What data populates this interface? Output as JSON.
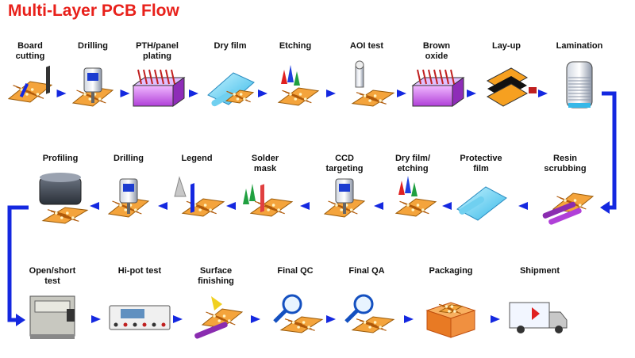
{
  "title": "Multi-Layer PCB Flow",
  "colors": {
    "title": "#e8201a",
    "arrow": "#1428e0",
    "board": "#f4a43c",
    "trace": "#b05a0a"
  },
  "rows": [
    [
      {
        "label": [
          "Board",
          "cutting"
        ],
        "icon": "board-cutting-icon"
      },
      {
        "label": [
          "Drilling"
        ],
        "icon": "drilling-icon"
      },
      {
        "label": [
          "PTH/panel",
          "plating"
        ],
        "icon": "plating-tank-icon"
      },
      {
        "label": [
          "Dry film"
        ],
        "icon": "dry-film-icon"
      },
      {
        "label": [
          "Etching"
        ],
        "icon": "etching-icon"
      },
      {
        "label": [
          "AOI test"
        ],
        "icon": "aoi-test-icon"
      },
      {
        "label": [
          "Brown",
          "oxide"
        ],
        "icon": "brown-oxide-tank-icon"
      },
      {
        "label": [
          "Lay-up"
        ],
        "icon": "lay-up-icon"
      },
      {
        "label": [
          "Lamination"
        ],
        "icon": "lamination-press-icon"
      }
    ],
    [
      {
        "label": [
          "Resin",
          "scrubbing"
        ],
        "icon": "resin-scrubbing-icon"
      },
      {
        "label": [
          "Protective",
          "film"
        ],
        "icon": "protective-film-icon"
      },
      {
        "label": [
          "Dry film/",
          "etching"
        ],
        "icon": "dry-film-etching-icon"
      },
      {
        "label": [
          "CCD",
          "targeting"
        ],
        "icon": "ccd-targeting-icon"
      },
      {
        "label": [
          "Solder",
          "mask"
        ],
        "icon": "solder-mask-icon"
      },
      {
        "label": [
          "Legend"
        ],
        "icon": "legend-icon"
      },
      {
        "label": [
          "Drilling"
        ],
        "icon": "drilling-icon"
      },
      {
        "label": [
          "Profiling"
        ],
        "icon": "profiling-icon"
      }
    ],
    [
      {
        "label": [
          "Open/short",
          "test"
        ],
        "icon": "open-short-tester-icon"
      },
      {
        "label": [
          "Hi-pot test"
        ],
        "icon": "hi-pot-tester-icon"
      },
      {
        "label": [
          "Surface",
          "finishing"
        ],
        "icon": "surface-finishing-icon"
      },
      {
        "label": [
          "Final QC"
        ],
        "icon": "magnifier-qc-icon"
      },
      {
        "label": [
          "Final QA"
        ],
        "icon": "magnifier-qa-icon"
      },
      {
        "label": [
          "Packaging"
        ],
        "icon": "packaging-box-icon"
      },
      {
        "label": [
          "Shipment"
        ],
        "icon": "delivery-truck-icon"
      }
    ]
  ]
}
